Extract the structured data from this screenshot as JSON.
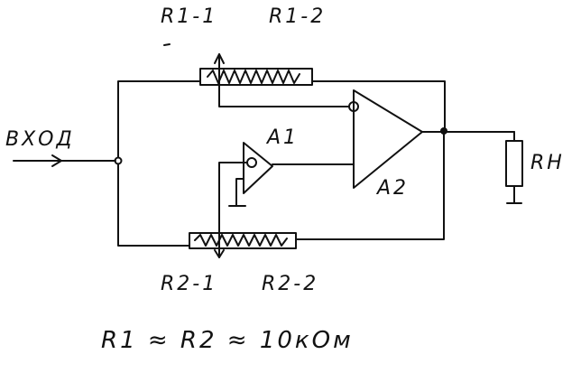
{
  "labels": {
    "input": "ВХОД",
    "r1_1": "R1-1",
    "r1_2": "R1-2",
    "r2_1": "R2-1",
    "r2_2": "R2-2",
    "a1": "A1",
    "a2": "A2",
    "load": "RН",
    "formula": "R1 ≈ R2 ≈ 10кОм"
  }
}
